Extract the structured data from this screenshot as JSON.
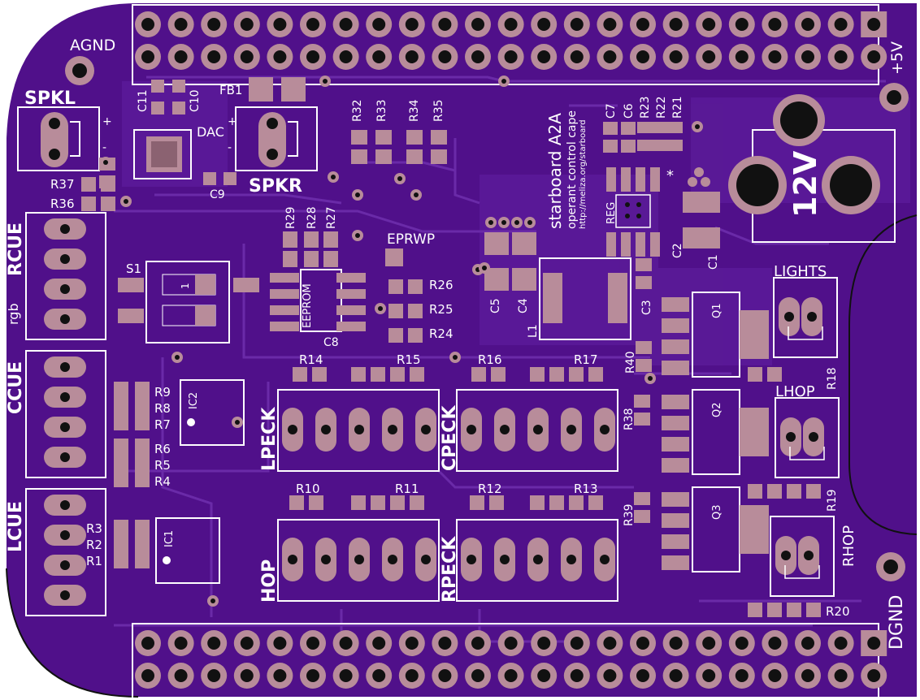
{
  "colors": {
    "board": "#50108a",
    "board_dark": "#3d0a6e",
    "copper": "#5d1f9b",
    "trace": "#6a2aa8",
    "pad": "#b88c9a",
    "hole": "#111111",
    "silkscreen": "#ffffff"
  },
  "title": {
    "name": "starboard A2A",
    "subtitle": "operant control cape",
    "url": "http://meliza.org/starboard"
  },
  "power_labels": {
    "agnd": "AGND",
    "dgnd": "DGND",
    "plus5v": "+5V",
    "v12": "12V"
  },
  "connectors": {
    "spkl": "SPKL",
    "spkr": "SPKR",
    "rcue": "RCUE",
    "ccue": "CCUE",
    "lcue": "LCUE",
    "rgb": "rgb",
    "lpeck": "LPECK",
    "cpeck": "CPECK",
    "rpeck": "RPECK",
    "hop": "HOP",
    "lights": "LIGHTS",
    "lhop": "LHOP",
    "rhop": "RHOP",
    "eprwp": "EPRWP"
  },
  "chips": {
    "dac": "DAC",
    "eeprom": "EEPROM",
    "ic1": "IC1",
    "ic2": "IC2",
    "reg": "REG",
    "q1": "Q1",
    "q2": "Q2",
    "q3": "Q3",
    "s1": "S1",
    "s1_switch": "1"
  },
  "components": {
    "fb1": "FB1",
    "c2": "C2",
    "c1": "C1",
    "c3": "C3",
    "c4": "C4",
    "c5": "C5",
    "c6": "C6",
    "c7": "C7",
    "c8": "C8",
    "c9": "C9",
    "c10": "C10",
    "c11": "C11",
    "l1": "L1",
    "r1": "R1",
    "r2": "R2",
    "r3": "R3",
    "r4": "R4",
    "r5": "R5",
    "r6": "R6",
    "r7": "R7",
    "r8": "R8",
    "r9": "R9",
    "r10": "R10",
    "r11": "R11",
    "r12": "R12",
    "r13": "R13",
    "r14": "R14",
    "r15": "R15",
    "r16": "R16",
    "r17": "R17",
    "r18": "R18",
    "r19": "R19",
    "r20": "R20",
    "r21": "R21",
    "r22": "R22",
    "r23": "R23",
    "r24": "R24",
    "r25": "R25",
    "r26": "R26",
    "r27": "R27",
    "r28": "R28",
    "r29": "R29",
    "r32": "R32",
    "r33": "R33",
    "r34": "R34",
    "r35": "R35",
    "r36": "R36",
    "r37": "R37",
    "r38": "R38",
    "r39": "R39",
    "r40": "R40"
  },
  "marks": {
    "plus": "+",
    "minus": "-",
    "star": "*"
  }
}
